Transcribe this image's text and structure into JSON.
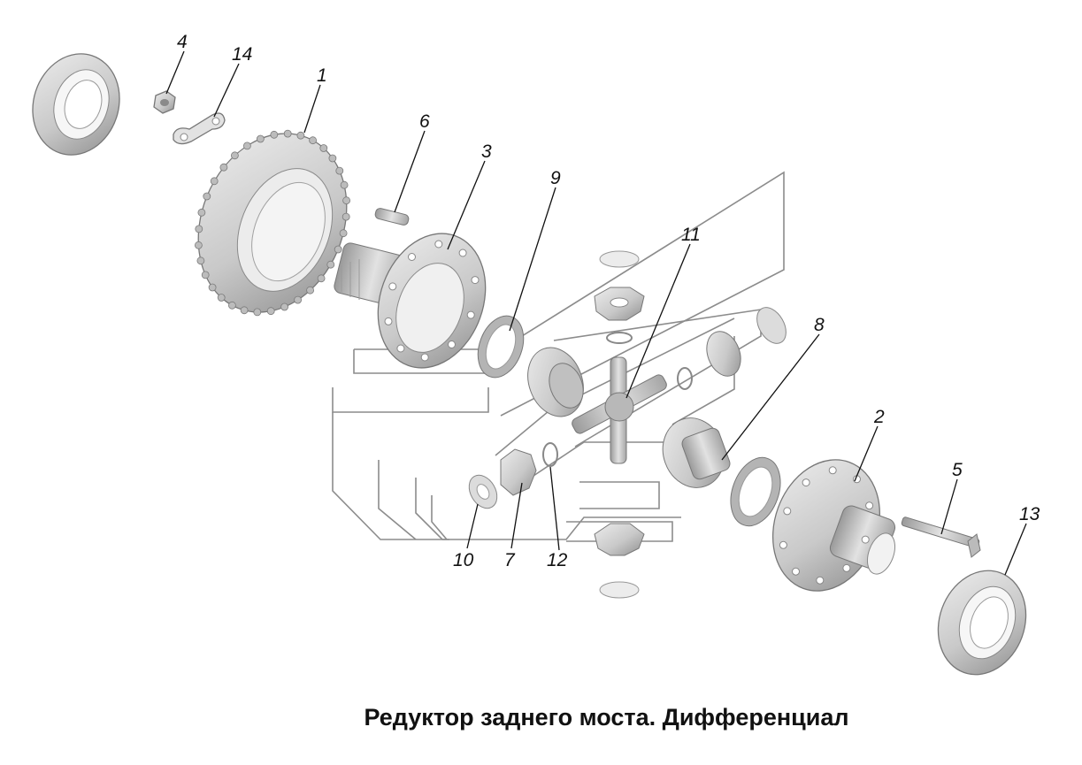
{
  "title": "Редуктор заднего моста. Дифференциал",
  "colors": {
    "background": "#ffffff",
    "part_fill": "#d4d4d4",
    "part_shade": "#a8a8a8",
    "part_dark": "#7e7e7e",
    "outline": "#8c8c8c",
    "text": "#111111"
  },
  "callouts": {
    "c1": "1",
    "c2": "2",
    "c3": "3",
    "c4": "4",
    "c5": "5",
    "c6": "6",
    "c7": "7",
    "c8": "8",
    "c9": "9",
    "c10": "10",
    "c11": "11",
    "c12": "12",
    "c13": "13",
    "c14": "14"
  }
}
